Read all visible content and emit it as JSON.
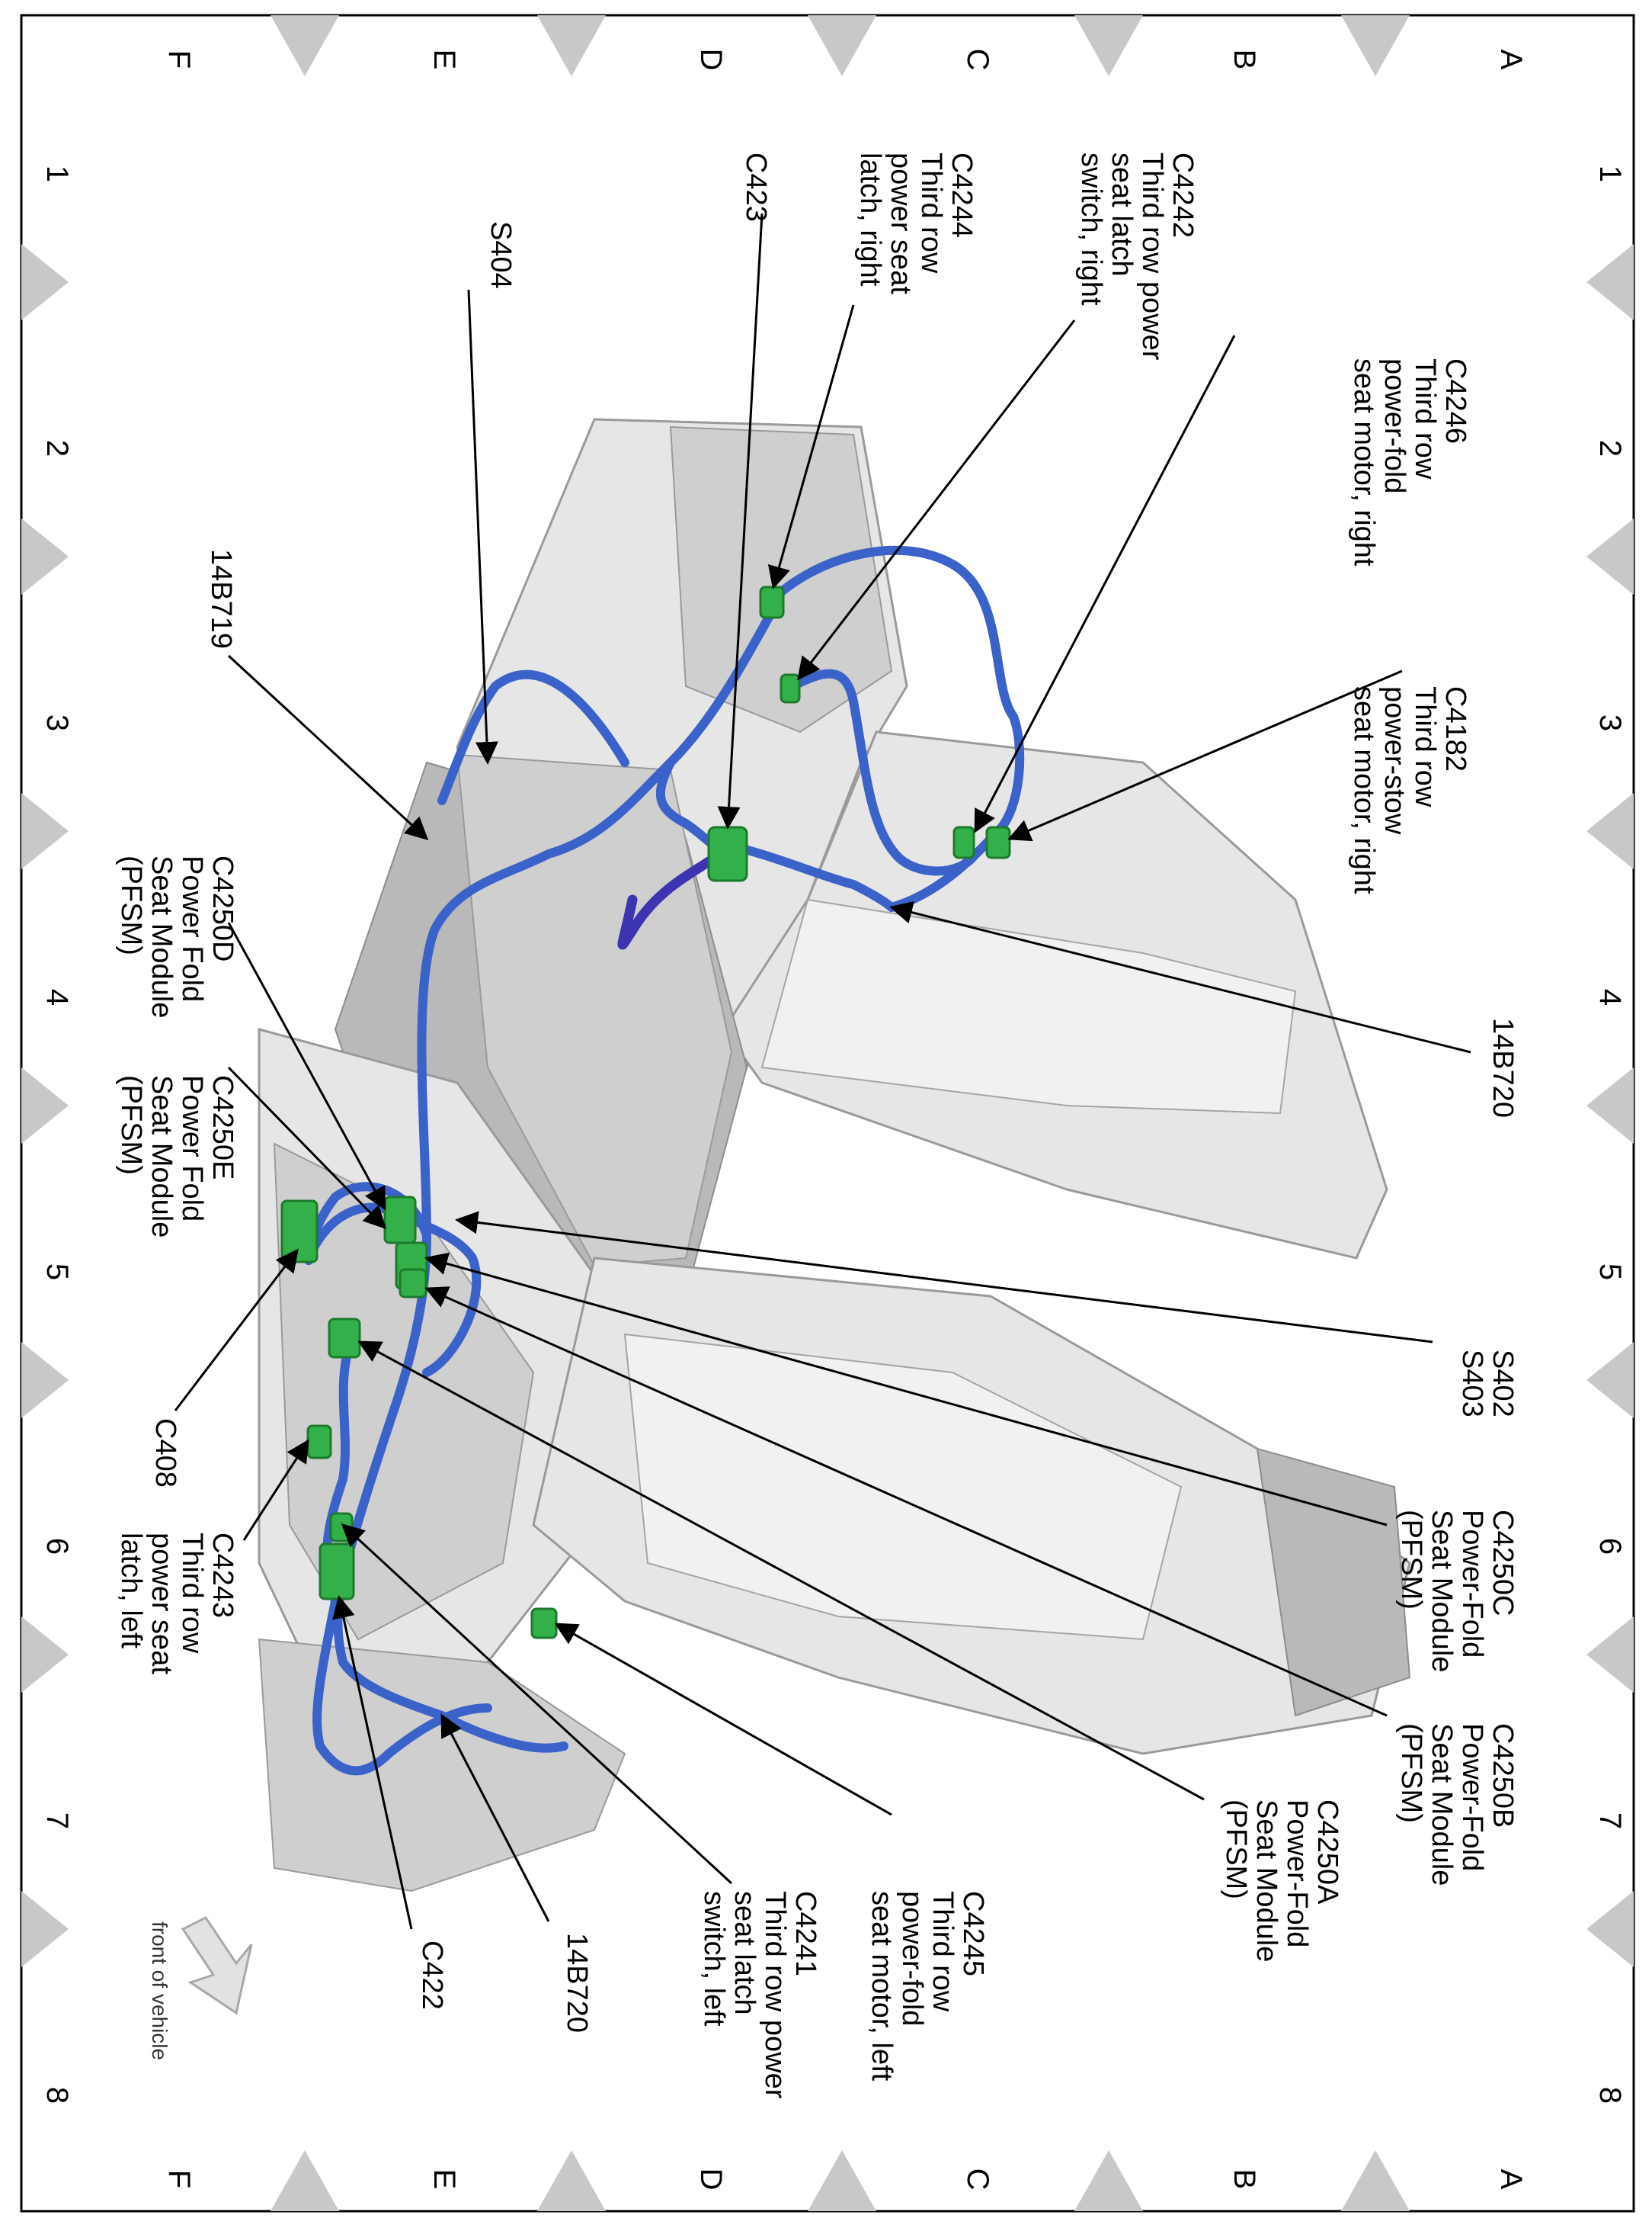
{
  "grid": {
    "numbers": [
      "1",
      "2",
      "3",
      "4",
      "5",
      "6",
      "7",
      "8"
    ],
    "letters": [
      "A",
      "B",
      "C",
      "D",
      "E",
      "F"
    ]
  },
  "callouts": {
    "c4246": [
      "C4246",
      "Third row",
      "power-fold",
      "seat motor, right"
    ],
    "c4182": [
      "C4182",
      "Third row",
      "power-stow",
      "seat motor, right"
    ],
    "c4242": [
      "C4242",
      "Third row power",
      "seat latch",
      "switch, right"
    ],
    "c4244": [
      "C4244",
      "Third row",
      "power seat",
      "latch, right"
    ],
    "c423": [
      "C423"
    ],
    "s404": [
      "S404"
    ],
    "b719": [
      "14B719"
    ],
    "c4250d": [
      "C4250D",
      "Power Fold",
      "Seat Module",
      "(PFSM)"
    ],
    "c4250e": [
      "C4250E",
      "Power Fold",
      "Seat Module",
      "(PFSM)"
    ],
    "c408": [
      "C408"
    ],
    "c4243": [
      "C4243",
      "Third row",
      "power seat",
      "latch, left"
    ],
    "c422": [
      "C422"
    ],
    "b720_left": [
      "14B720"
    ],
    "c4241": [
      "C4241",
      "Third row power",
      "seat latch",
      "switch, left"
    ],
    "c4245": [
      "C4245",
      "Third row",
      "power-fold",
      "seat motor, left"
    ],
    "c4250a": [
      "C4250A",
      "Power-Fold",
      "Seat Module",
      "(PFSM)"
    ],
    "c4250b": [
      "C4250B",
      "Power-Fold",
      "Seat Module",
      "(PFSM)"
    ],
    "c4250c": [
      "C4250C",
      "Power-Fold",
      "Seat Module",
      "(PFSM)"
    ],
    "s402_s403": [
      "S402",
      "S403"
    ],
    "b720_right": [
      "14B720"
    ]
  },
  "front_of_vehicle": "front of vehicle",
  "colors": {
    "harness": "#3a62c9",
    "connector": "#34b04a",
    "seat": "#e6e6e6",
    "zone_marker": "#c8c8c8"
  }
}
